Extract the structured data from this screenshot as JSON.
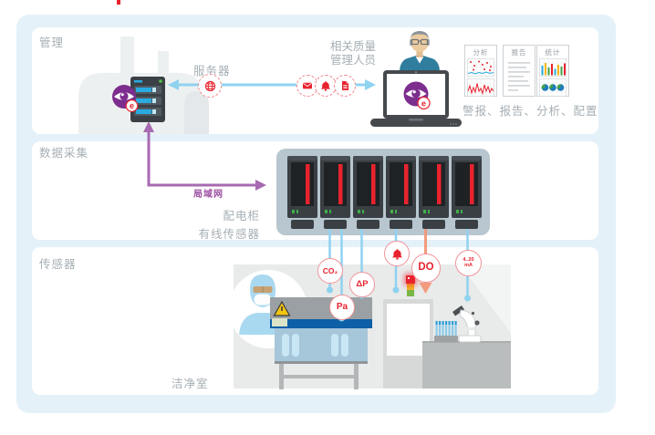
{
  "colors": {
    "container_bg": "#e4f1f9",
    "card_bg": "#ffffff",
    "label_gray": "#a6afb5",
    "line_blue": "#8fd2f0",
    "purple": "#a76ab2",
    "purple_text": "#9c4f9f",
    "orange": "#f29b7d",
    "red": "#e8232e",
    "badge_border": "#f2949a",
    "cabinet_panel": "#b7c6cf",
    "logo_purple": "#7c2e8e"
  },
  "sections": {
    "management": {
      "label": "管理"
    },
    "acquisition": {
      "label": "数据采集"
    },
    "sensors": {
      "label": "传感器"
    }
  },
  "management": {
    "server_label": "服务器",
    "manager_line1": "相关质量",
    "manager_line2": "管理人员",
    "caption": "警报、报告、分析、配置",
    "docs": [
      {
        "label": "分析"
      },
      {
        "label": "报告"
      },
      {
        "label": "统计"
      }
    ],
    "line_icons": [
      "globe-icon",
      "mail-icon",
      "bell-icon",
      "document-icon"
    ]
  },
  "acquisition": {
    "lan_label": "局域网",
    "cabinet_label": "配电柜",
    "wired_sensor_label": "有线传感器"
  },
  "sensors": {
    "cleanroom_label": "洁净室",
    "badges": {
      "co2": {
        "label": "CO₂"
      },
      "pa": {
        "label": "Pa"
      },
      "dp": {
        "label": "ΔP"
      },
      "alarm": {
        "icon": "bell-icon"
      },
      "do": {
        "label": "DO"
      },
      "ma": {
        "line1": "4..20",
        "line2": "mA"
      }
    }
  }
}
